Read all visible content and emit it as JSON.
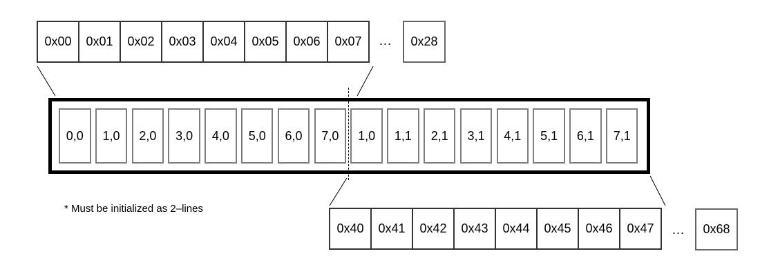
{
  "figure": {
    "top_row": {
      "addresses": [
        "0x00",
        "0x01",
        "0x02",
        "0x03",
        "0x04",
        "0x05",
        "0x06",
        "0x07"
      ],
      "ellipsis": "...",
      "end_address": "0x28"
    },
    "line_box": {
      "cells": [
        "0,0",
        "1,0",
        "2,0",
        "3,0",
        "4,0",
        "5,0",
        "6,0",
        "7,0",
        "1,0",
        "1,1",
        "2,1",
        "3,1",
        "4,1",
        "5,1",
        "6,1",
        "7,1"
      ]
    },
    "bottom_row": {
      "addresses": [
        "0x40",
        "0x41",
        "0x42",
        "0x43",
        "0x44",
        "0x45",
        "0x46",
        "0x47"
      ],
      "ellipsis": "...",
      "end_address": "0x68"
    },
    "footnote": "* Must be initialized as 2–lines",
    "colors": {
      "line": "#000000",
      "box_border": "#000000",
      "cell_border": "#7d7d7d",
      "strip_border": "#333333"
    }
  }
}
